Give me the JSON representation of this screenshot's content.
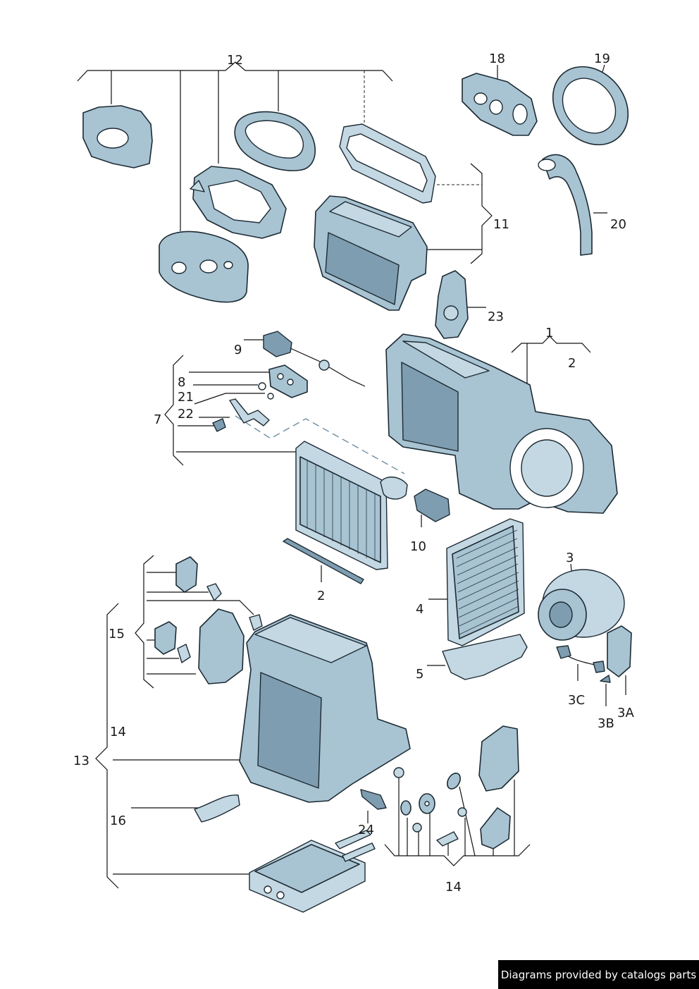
{
  "callouts": {
    "c12": "12",
    "c18": "18",
    "c19": "19",
    "c11": "11",
    "c20": "20",
    "c23": "23",
    "c1": "1",
    "c2a": "2",
    "c9": "9",
    "c8": "8",
    "c21": "21",
    "c22": "22",
    "c7": "7",
    "c10": "10",
    "c2b": "2",
    "c3": "3",
    "c4": "4",
    "c15": "15",
    "c5": "5",
    "c3C": "3C",
    "c3A": "3A",
    "c3B": "3B",
    "c14a": "14",
    "c13": "13",
    "c16": "16",
    "c24": "24",
    "c14b": "14"
  },
  "footer": {
    "credit": "Diagrams provided by catalogs parts"
  },
  "colors": {
    "part_fill": "#a8c3d2",
    "part_light": "#c4d8e3",
    "part_dark": "#7f9db0",
    "outline": "#1c2a33"
  }
}
